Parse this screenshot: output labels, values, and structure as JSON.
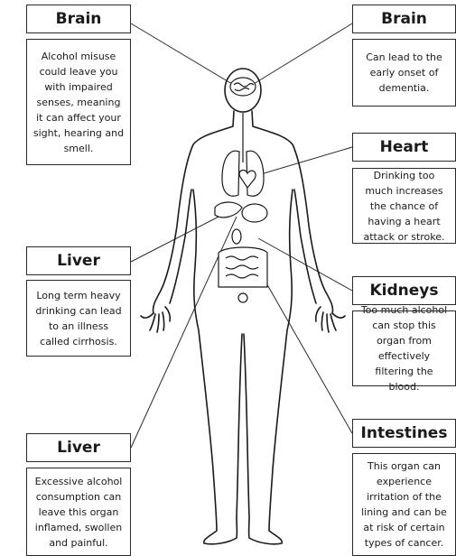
{
  "labels": [
    {
      "title": "Brain",
      "text": "Alcohol misuse could leave you with impaired senses, meaning it can affect your sight, hearing and smell."
    },
    {
      "title": "Brain",
      "text": "Can lead to the early onset of dementia."
    },
    {
      "title": "Heart",
      "text": "Drinking too much increases the chance of having a heart attack or stroke."
    },
    {
      "title": "Liver",
      "text": "Long term heavy drinking can lead to an illness called cirrhosis."
    },
    {
      "title": "Kidneys",
      "text": "Too much alcohol can stop this organ from effectively filtering the blood."
    },
    {
      "title": "Liver",
      "text": "Excessive alcohol consumption can leave this organ inflamed, swollen and painful."
    },
    {
      "title": "Intestines",
      "text": "This organ can experience irritation of the lining and can be at risk of certain types of cancer."
    }
  ],
  "colors": {
    "stroke": "#1a1a1a",
    "organ_fill": "#ffffff",
    "background": "#ffffff"
  }
}
